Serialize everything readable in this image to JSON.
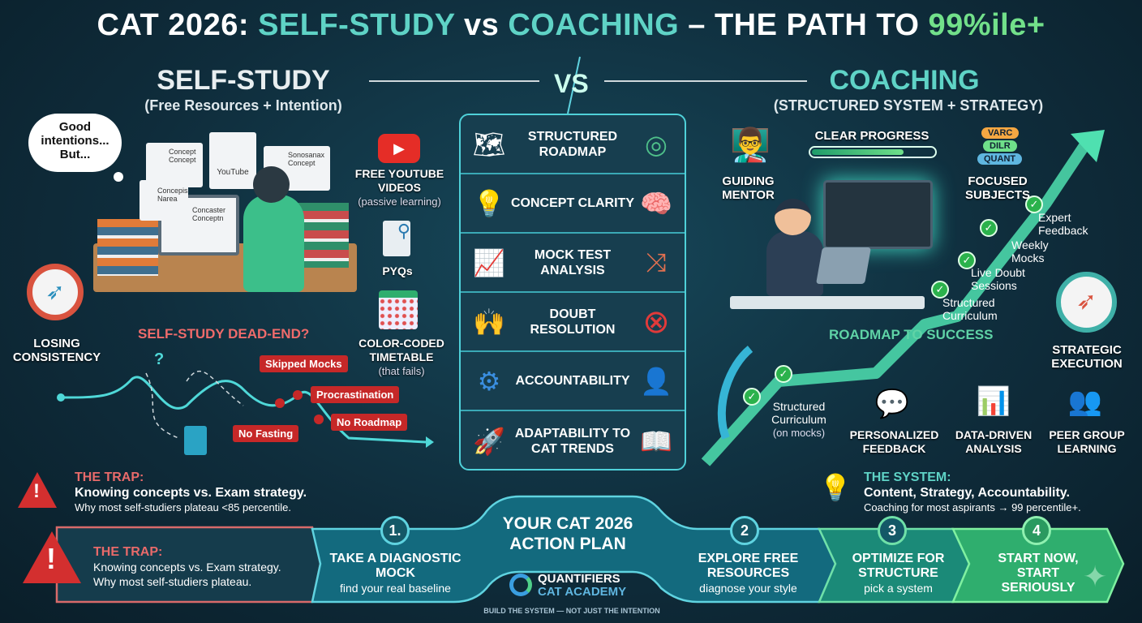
{
  "title": {
    "part1": "CAT 2026: ",
    "part2": "SELF-STUDY",
    "part3": " vs ",
    "part4": "COACHING",
    "part5": " – THE PATH TO ",
    "part6": "99%ile+"
  },
  "vs": "VS",
  "self_study": {
    "heading": "SELF-STUDY",
    "subtitle": "(Free Resources + Intention)",
    "thought": "Good intentions... But...",
    "screens": [
      "Concept Concept",
      "YouTube",
      "Sonosanax Concept",
      "Concepis Narea",
      "Concaster Conceptn"
    ],
    "resources": [
      {
        "icon": "youtube-icon",
        "label": "FREE YOUTUBE VIDEOS",
        "note": "(passive learning)"
      },
      {
        "icon": "document-search-icon",
        "label": "PYQs",
        "note": ""
      },
      {
        "icon": "calendar-icon",
        "label": "COLOR-CODED TIMETABLE",
        "note": "(that fails)"
      }
    ],
    "losing": "LOSING CONSISTENCY",
    "dead_end": "SELF-STUDY DEAD-END?",
    "obstacles": [
      "Skipped Mocks",
      "Procrastination",
      "No Roadmap",
      "No Fasting"
    ]
  },
  "comparison": [
    {
      "label": "STRUCTURED ROADMAP",
      "left_icon": "map-icon",
      "right_icon": "maze-icon"
    },
    {
      "label": "CONCEPT CLARITY",
      "left_icon": "lightbulb-icon",
      "right_icon": "brain-icon"
    },
    {
      "label": "MOCK TEST ANALYSIS",
      "left_icon": "bar-chart-icon",
      "right_icon": "tangled-arrows-icon"
    },
    {
      "label": "DOUBT RESOLUTION",
      "left_icon": "raised-hands-icon",
      "right_icon": "no-entry-icon"
    },
    {
      "label": "ACCOUNTABILITY",
      "left_icon": "gear-team-icon",
      "right_icon": "person-icon"
    },
    {
      "label": "ADAPTABILITY TO CAT TRENDS",
      "left_icon": "rocket-icon",
      "right_icon": "open-book-icon"
    }
  ],
  "coaching": {
    "heading": "COACHING",
    "subtitle": "(STRUCTURED SYSTEM + STRATEGY)",
    "mentor": "GUIDING MENTOR",
    "progress_label": "CLEAR PROGRESS",
    "progress": 0.75,
    "subjects": [
      "VARC",
      "DILR",
      "QUANT"
    ],
    "subjects_label": "FOCUSED SUBJECTS",
    "milestones": [
      "Structured Curriculum",
      "Live Doubt Sessions",
      "Weekly Mocks",
      "Expert Feedback"
    ],
    "roadmap": "ROADMAP TO SUCCESS",
    "start_milestone": {
      "label": "Structured Curriculum",
      "note": "(on mocks)"
    },
    "strategic": "STRATEGIC EXECUTION",
    "features": [
      "PERSONALIZED FEEDBACK",
      "DATA-DRIVEN ANALYSIS",
      "PEER GROUP LEARNING"
    ],
    "colors": {
      "accent": "#5fd3c6",
      "green": "#72e08a",
      "red": "#c62828"
    }
  },
  "trap_top": {
    "heading": "THE TRAP:",
    "line1": "Knowing concepts vs. Exam strategy.",
    "line2": "Why most self-studiers plateau <85 percentile."
  },
  "system": {
    "heading": "THE SYSTEM:",
    "line1": "Content, Strategy, Accountability.",
    "line2": "Coaching for most aspirants → 99 percentile+."
  },
  "plan": {
    "trap": {
      "heading": "THE TRAP:",
      "line1": "Knowing concepts vs. Exam strategy.",
      "line2": "Why most self-studiers plateau."
    },
    "title1": "YOUR CAT 2026",
    "title2": "ACTION PLAN",
    "steps": [
      {
        "num": "1.",
        "title": "TAKE A DIAGNOSTIC MOCK",
        "sub": "find your real baseline"
      },
      {
        "num": "2",
        "title": "EXPLORE FREE RESOURCES",
        "sub": "diagnose your style"
      },
      {
        "num": "3",
        "title": "OPTIMIZE FOR STRUCTURE",
        "sub": "pick a system"
      },
      {
        "num": "4",
        "title": "START NOW, START SERIOUSLY",
        "sub": ""
      }
    ],
    "brand1": "QUANTIFIERS",
    "brand2": "CAT ACADEMY",
    "tagline": "BUILD THE SYSTEM — NOT JUST THE INTENTION"
  }
}
